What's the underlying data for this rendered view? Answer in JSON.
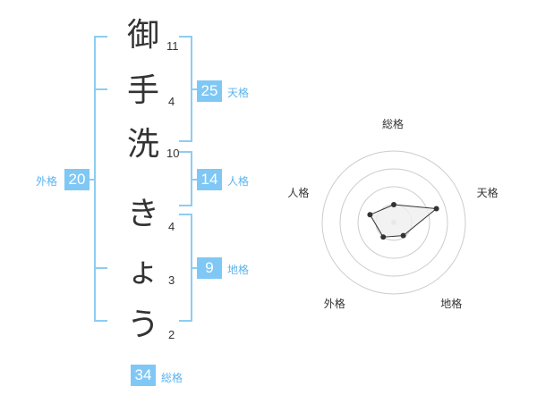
{
  "name": {
    "chars": [
      {
        "char": "御",
        "strokes": "11"
      },
      {
        "char": "手",
        "strokes": "4"
      },
      {
        "char": "洗",
        "strokes": "10"
      },
      {
        "char": "き",
        "strokes": "4"
      },
      {
        "char": "ょ",
        "strokes": "3"
      },
      {
        "char": "う",
        "strokes": "2"
      }
    ]
  },
  "kaku": {
    "tenkaku": {
      "label": "天格",
      "value": "25"
    },
    "jinkaku": {
      "label": "人格",
      "value": "14"
    },
    "chikaku": {
      "label": "地格",
      "value": "9"
    },
    "gaikaku": {
      "label": "外格",
      "value": "20"
    },
    "soukaku": {
      "label": "総格",
      "value": "34"
    }
  },
  "chart_data": {
    "type": "radar",
    "axes": [
      "総格",
      "天格",
      "地格",
      "外格",
      "人格"
    ],
    "values": [
      0.5,
      1.25,
      0.45,
      0.5,
      0.7
    ],
    "rmax": 2,
    "rings": 4,
    "colors": {
      "fill": "#efefef",
      "stroke": "#333333",
      "ring": "#cccccc"
    }
  },
  "colors": {
    "accent": "#7fc8f5",
    "accent_text": "#5ab4ee",
    "bracket": "#8ccdf2"
  }
}
